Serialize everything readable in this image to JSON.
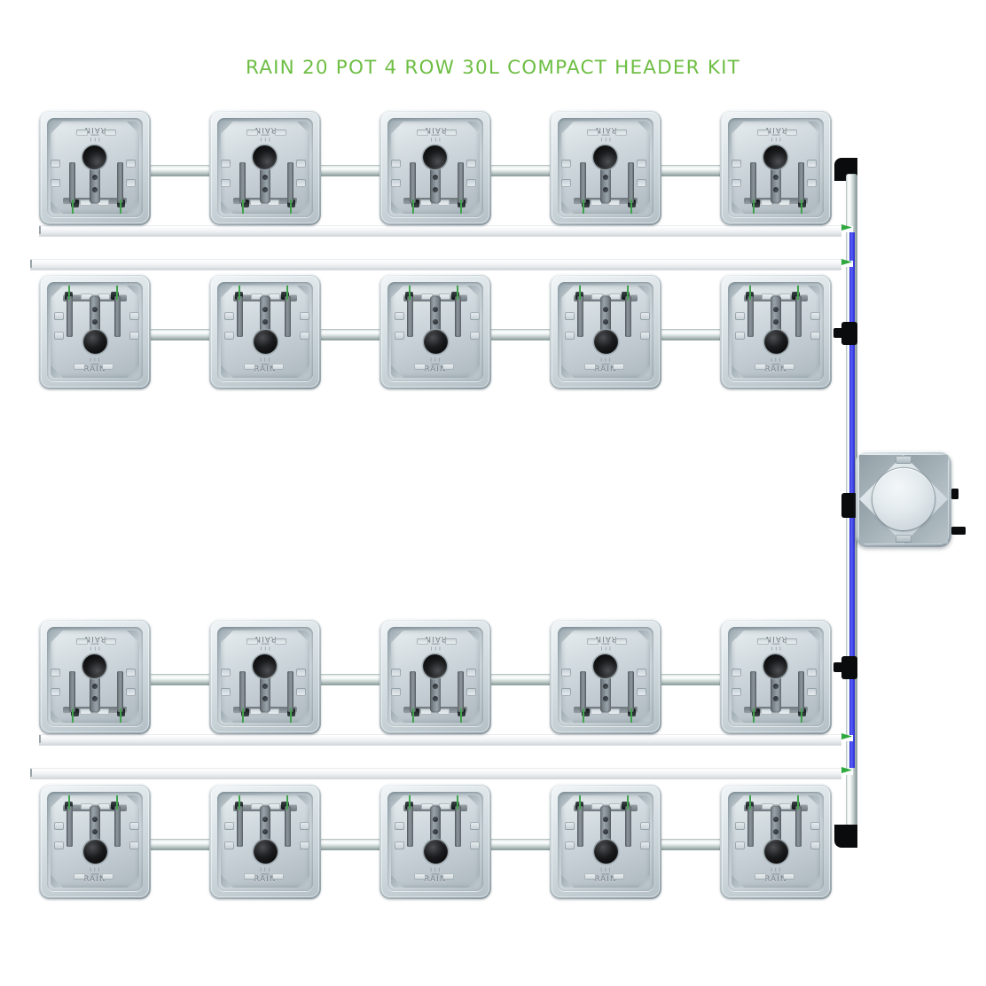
{
  "meta": {
    "title": "RAIN 20 POT 4 ROW 30L COMPACT HEADER KIT",
    "background": "#ffffff",
    "title_color": "#6ebe44"
  },
  "product": {
    "brand": "RAIN",
    "pot_count": 20,
    "row_count": 4,
    "pots_per_row": 5,
    "pot_volume": "30L",
    "kit_type": "COMPACT HEADER KIT"
  },
  "colors": {
    "accent_green": "#6ebe44",
    "tube_green": "#2fa83f",
    "water_blue": "#3a3ee6",
    "fitting_black": "#0a0b0c",
    "pot_grey": "#c3ced3",
    "pipe_silver": "#dbe4e2"
  },
  "pot_face": {
    "brand_label": "RAIN",
    "spray_glyph": "⌁⌁⌁"
  },
  "rows": [
    {
      "id": "row-1",
      "orientation": "inverted",
      "rail_position": "bottom",
      "pots": [
        "pot-1-1",
        "pot-1-2",
        "pot-1-3",
        "pot-1-4",
        "pot-1-5"
      ]
    },
    {
      "id": "row-2",
      "orientation": "upright",
      "rail_position": "top",
      "pots": [
        "pot-2-1",
        "pot-2-2",
        "pot-2-3",
        "pot-2-4",
        "pot-2-5"
      ]
    },
    {
      "id": "row-3",
      "orientation": "inverted",
      "rail_position": "bottom",
      "pots": [
        "pot-3-1",
        "pot-3-2",
        "pot-3-3",
        "pot-3-4",
        "pot-3-5"
      ]
    },
    {
      "id": "row-4",
      "orientation": "upright",
      "rail_position": "top",
      "pots": [
        "pot-4-1",
        "pot-4-2",
        "pot-4-3",
        "pot-4-4",
        "pot-4-5"
      ]
    }
  ],
  "header": {
    "label": "vertical header pipe",
    "top_elbow": "elbow",
    "bottom_elbow": "elbow",
    "tee_count": 2,
    "tap_count": 4
  },
  "reservoir": {
    "label": "30L reservoir",
    "lid": "circular lid",
    "ports": 2
  }
}
